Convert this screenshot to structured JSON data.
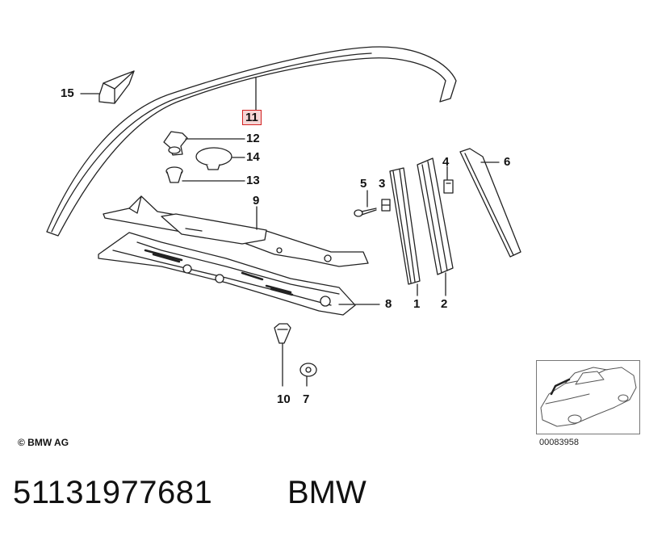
{
  "callouts": {
    "c1": "1",
    "c2": "2",
    "c3": "3",
    "c4": "4",
    "c5": "5",
    "c6": "6",
    "c7": "7",
    "c8": "8",
    "c9": "9",
    "c10": "10",
    "c11": "11",
    "c12": "12",
    "c13": "13",
    "c14": "14",
    "c15": "15"
  },
  "highlight_color": "#d22222",
  "copyright": "© BMW AG",
  "thumbnail_number": "00083958",
  "part_number": "51131977681",
  "brand": "BMW"
}
